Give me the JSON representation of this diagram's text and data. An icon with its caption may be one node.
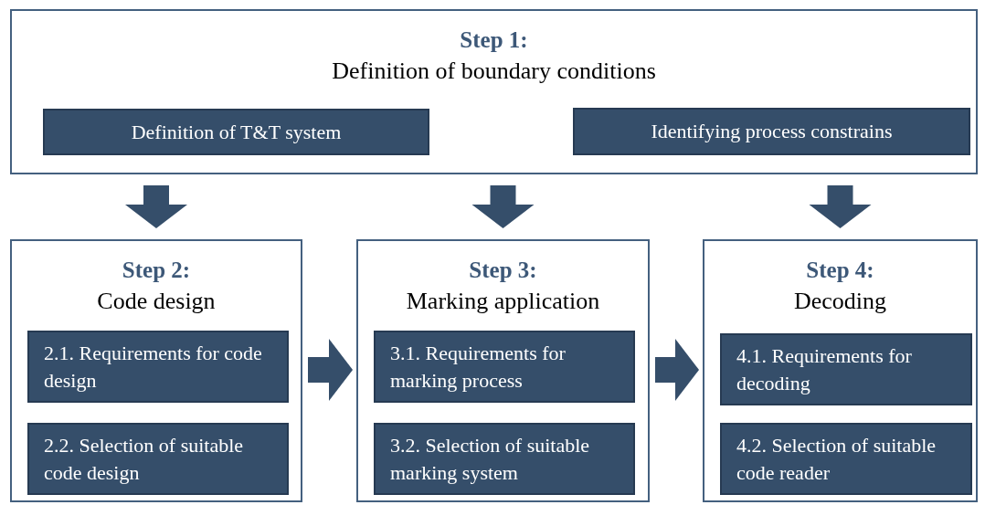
{
  "diagram": {
    "nodes": [
      {
        "text": [
          "Step 1:",
          "Definition of boundary conditions"
        ]
      },
      {
        "text": [
          "Definition of T&T system"
        ],
        "in": 0
      },
      {
        "text": [
          "Identifying process constrains"
        ],
        "in": 0
      },
      {
        "text": [
          "Step 2:",
          "Code design"
        ]
      },
      {
        "text": [
          "2.1. Requirements for code design"
        ],
        "in": 3
      },
      {
        "text": [
          "2.2. Selection of suitable code design"
        ],
        "in": 3
      },
      {
        "text": [
          "Step 3:",
          "Marking application"
        ]
      },
      {
        "text": [
          "3.1. Requirements for marking process"
        ],
        "in": 6
      },
      {
        "text": [
          "3.2. Selection of suitable marking system"
        ],
        "in": 6
      },
      {
        "text": [
          "Step 4:",
          "Decoding"
        ]
      },
      {
        "text": [
          "4.1. Requirements for decoding"
        ],
        "in": 9
      },
      {
        "text": [
          "4.2. Selection of suitable code reader"
        ],
        "in": 9
      }
    ],
    "edges": [
      {
        "from": 0,
        "to": 3,
        "arrow": "to"
      },
      {
        "from": 0,
        "to": 6,
        "arrow": "to"
      },
      {
        "from": 0,
        "to": 9,
        "arrow": "to"
      },
      {
        "from": 3,
        "to": 6,
        "arrow": "to"
      },
      {
        "from": 6,
        "to": 9,
        "arrow": "to"
      }
    ]
  }
}
